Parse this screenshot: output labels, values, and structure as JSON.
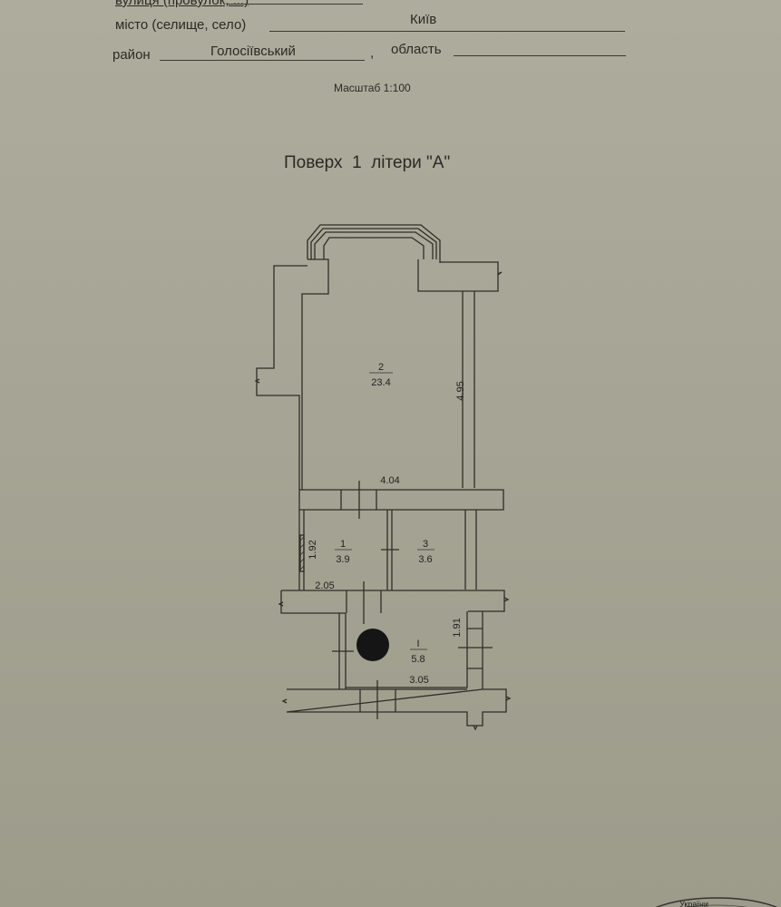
{
  "header": {
    "street_label": "вулиця (провулок, ...)",
    "city_label": "місто (селище, село)",
    "city_value": "Київ",
    "district_label": "район",
    "district_value": "Голосіївський",
    "region_label": "область",
    "region_value": "",
    "scale": "Масштаб 1:100"
  },
  "title": "Поверх  1  літери \"А\"",
  "rooms": [
    {
      "number": "2",
      "area": "23.4"
    },
    {
      "number": "1",
      "area": "3.9"
    },
    {
      "number": "3",
      "area": "3.6"
    },
    {
      "number": "I",
      "area": "5.8"
    }
  ],
  "dimensions": {
    "room2_length": "4.95",
    "room2_width": "4.04",
    "room1_length": "1.92",
    "room1_width": "2.05",
    "roomI_length": "1.91",
    "roomI_width": "3.05"
  },
  "stamp_text": "України",
  "colors": {
    "paper": "#a6a493",
    "ink": "#2a2a26"
  }
}
